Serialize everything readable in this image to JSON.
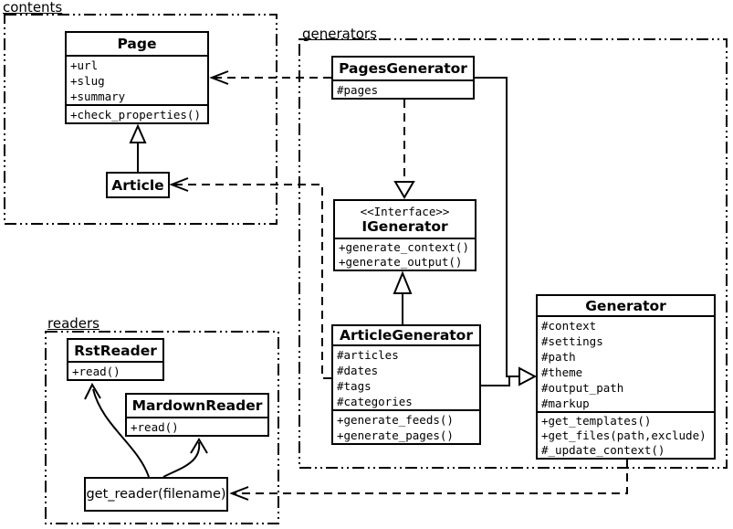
{
  "diagram_type": "uml-class-diagram",
  "colors": {
    "line": "#000000",
    "background": "#ffffff"
  },
  "packages": {
    "contents": {
      "label": "contents"
    },
    "generators": {
      "label": "generators"
    },
    "readers": {
      "label": "readers"
    }
  },
  "classes": {
    "page": {
      "title": "Page",
      "attrs": [
        "+url",
        "+slug",
        "+summary"
      ],
      "methods": [
        "+check_properties()"
      ]
    },
    "article": {
      "title": "Article"
    },
    "pages_generator": {
      "title": "PagesGenerator",
      "attrs": [
        "#pages"
      ]
    },
    "igenerator": {
      "stereotype": "<<Interface>>",
      "title": "IGenerator",
      "methods": [
        "+generate_context()",
        "+generate_output()"
      ]
    },
    "article_generator": {
      "title": "ArticleGenerator",
      "attrs": [
        "#articles",
        "#dates",
        "#tags",
        "#categories"
      ],
      "methods": [
        "+generate_feeds()",
        "+generate_pages()"
      ]
    },
    "generator": {
      "title": "Generator",
      "attrs": [
        "#context",
        "#settings",
        "#path",
        "#theme",
        "#output_path",
        "#markup"
      ],
      "methods": [
        "+get_templates()",
        "+get_files(path,exclude)",
        "#_update_context()"
      ]
    },
    "rst_reader": {
      "title": "RstReader",
      "methods": [
        "+read()"
      ]
    },
    "mardown_reader": {
      "title": "MardownReader",
      "methods": [
        "+read()"
      ]
    },
    "get_reader": {
      "label": "get_reader(filename)"
    }
  },
  "relationships": [
    {
      "from": "Article",
      "to": "Page",
      "type": "inheritance"
    },
    {
      "from": "PagesGenerator",
      "to": "Page",
      "type": "dependency"
    },
    {
      "from": "ArticleGenerator",
      "to": "Article",
      "type": "dependency"
    },
    {
      "from": "PagesGenerator",
      "to": "IGenerator",
      "type": "realization"
    },
    {
      "from": "ArticleGenerator",
      "to": "IGenerator",
      "type": "inheritance"
    },
    {
      "from": "PagesGenerator",
      "to": "Generator",
      "type": "inheritance"
    },
    {
      "from": "ArticleGenerator",
      "to": "Generator",
      "type": "inheritance"
    },
    {
      "from": "Generator",
      "to": "get_reader(filename)",
      "type": "dependency"
    },
    {
      "from": "get_reader(filename)",
      "to": "RstReader",
      "type": "arrow"
    },
    {
      "from": "get_reader(filename)",
      "to": "MardownReader",
      "type": "arrow"
    }
  ]
}
